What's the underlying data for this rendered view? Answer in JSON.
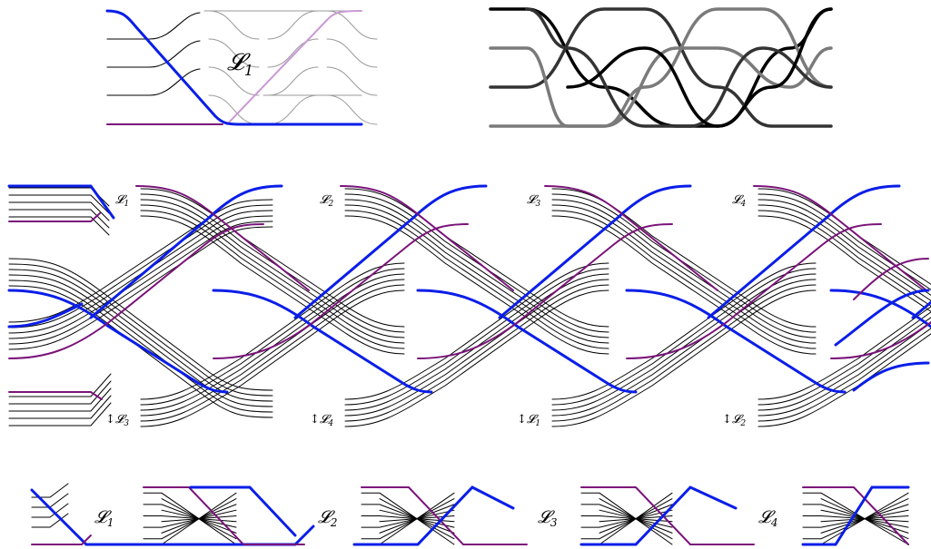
{
  "panel_top_left": {
    "label_main": "𝓛",
    "label_sub": "1"
  },
  "panel_middle": {
    "top_labels": [
      {
        "main": "𝓛",
        "sub": "1"
      },
      {
        "main": "𝓛",
        "sub": "2"
      },
      {
        "main": "𝓛",
        "sub": "3"
      },
      {
        "main": "𝓛",
        "sub": "4"
      }
    ],
    "bottom_labels": [
      {
        "prefix": "↕",
        "main": "𝓛",
        "sub": "3"
      },
      {
        "prefix": "↕",
        "main": "𝓛",
        "sub": "4"
      },
      {
        "prefix": "↕",
        "main": "𝓛",
        "sub": "1"
      },
      {
        "prefix": "↕",
        "main": "𝓛",
        "sub": "2"
      }
    ]
  },
  "panel_bottom": {
    "labels": [
      {
        "main": "𝓛",
        "sub": "1"
      },
      {
        "main": "𝓛",
        "sub": "2"
      },
      {
        "main": "𝓛",
        "sub": "3"
      },
      {
        "main": "𝓛",
        "sub": "4"
      }
    ]
  },
  "colors": {
    "blue": "#0a1ee8",
    "purple": "#7a137a",
    "black": "#000000",
    "gray": "#9a9a9a",
    "light_purple": "#c99ad6",
    "light_blue": "#8f9cf0",
    "dark_gray": "#333333",
    "mid_gray": "#7a7a7a"
  }
}
